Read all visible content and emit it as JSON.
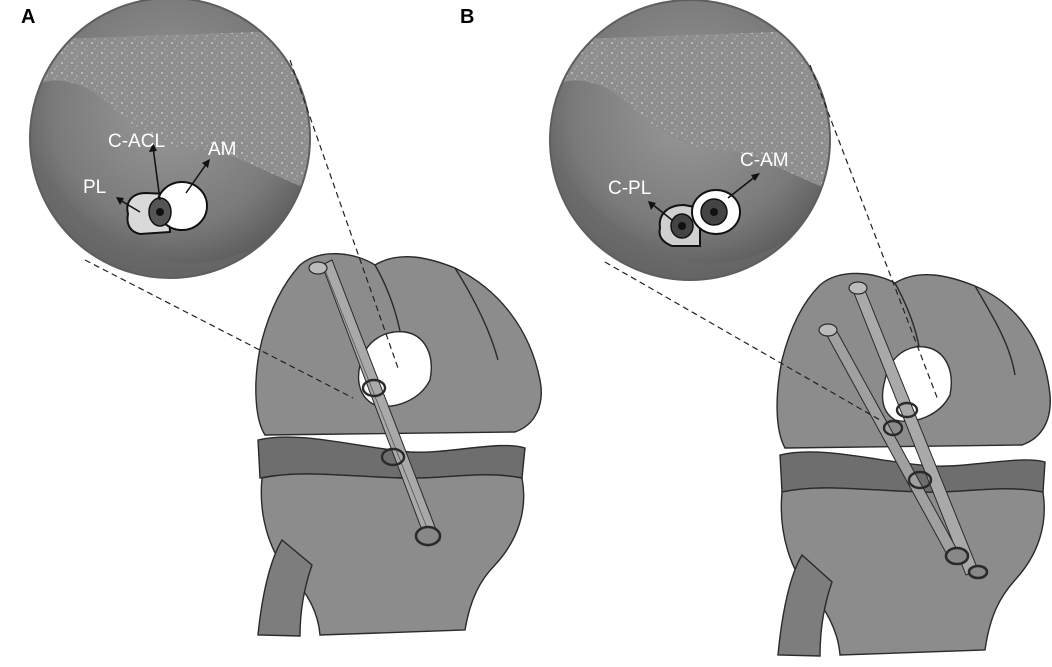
{
  "panels": [
    {
      "letter": "A",
      "labels": {
        "top": "C-ACL",
        "right": "AM",
        "left": "PL"
      }
    },
    {
      "letter": "B",
      "labels": {
        "right": "C-AM",
        "left": "C-PL"
      }
    }
  ],
  "colors": {
    "bone": "#8c8c8c",
    "bone_dark": "#787878",
    "meniscus": "#6e6e6e",
    "outline": "#2a2a2a",
    "tunnel_fill": "#ffffff"
  }
}
